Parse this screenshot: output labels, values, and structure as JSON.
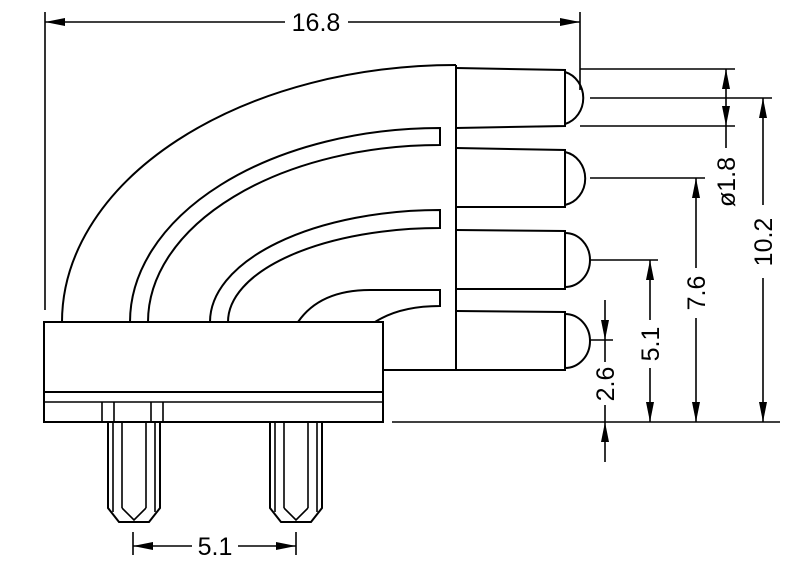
{
  "drawing": {
    "dimensions": {
      "overall_width": "16.8",
      "lens_diameter": "ø1.8",
      "height_top_led": "10.2",
      "height_second_led": "7.6",
      "height_third_led": "5.1",
      "height_bottom_led": "2.6",
      "pin_pitch": "5.1"
    },
    "led_count": 4,
    "pin_count": 2
  }
}
